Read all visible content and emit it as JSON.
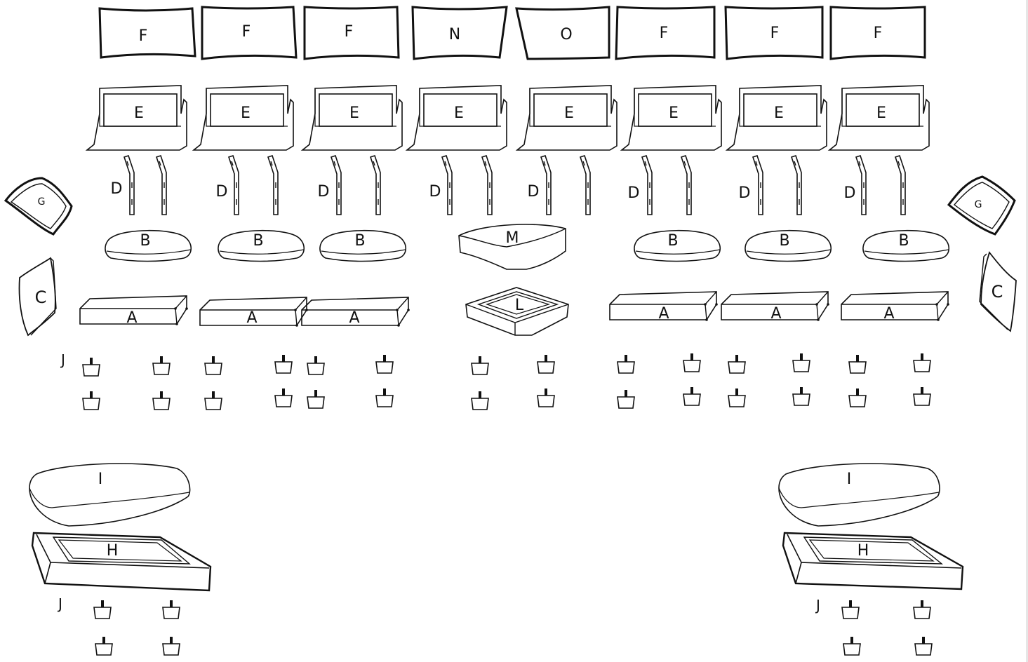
{
  "diagram": {
    "backrest_labels": [
      "F",
      "F",
      "F",
      "N",
      "O",
      "F",
      "F",
      "F"
    ],
    "frame_back_label": "E",
    "bracket_label": "D",
    "seat_cushion_label": "B",
    "center_cushion_label": "M",
    "base_label": "A",
    "center_base_label": "L",
    "pillow_label": "G",
    "arm_label": "C",
    "ottoman_cushion_label": "I",
    "ottoman_frame_label": "H",
    "leg_label": "J"
  },
  "colors": {
    "stroke": "#111111",
    "background": "#ffffff"
  }
}
